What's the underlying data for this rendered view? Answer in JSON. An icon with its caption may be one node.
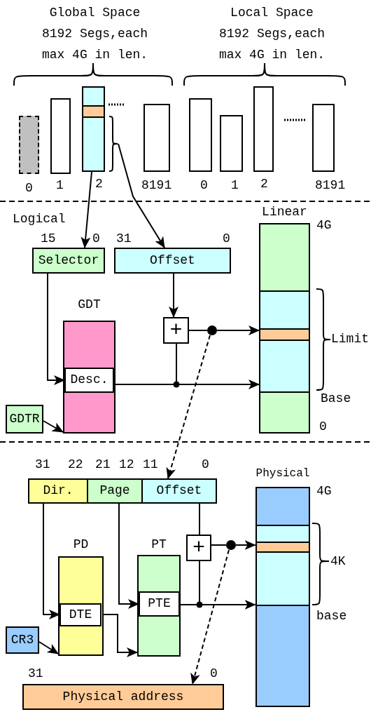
{
  "diagram": {
    "nodes": [
      {
        "text": [],
        "shape": "bar"
      },
      {
        "text": [],
        "shape": "bar"
      },
      {
        "text": [],
        "shape": "bar"
      },
      {
        "text": [],
        "shape": "brace"
      },
      {
        "text": [],
        "shape": "bar"
      },
      {
        "text": [],
        "shape": "bar"
      },
      {
        "text": [],
        "shape": "bar"
      },
      {
        "text": [],
        "shape": "bar"
      },
      {
        "text": [],
        "shape": "bar"
      },
      {
        "text": [
          "Selector"
        ]
      },
      {
        "text": [
          "Offset"
        ]
      },
      {
        "text": [
          "GDT"
        ]
      },
      {
        "text": [
          "Desc."
        ],
        "in": 11
      },
      {
        "text": [
          "GDTR"
        ]
      },
      {
        "text": [
          "+"
        ]
      },
      {
        "text": [],
        "shape": "circle"
      },
      {
        "text": [
          "Linear"
        ]
      },
      {
        "text": [
          "Dir."
        ]
      },
      {
        "text": [
          "Page"
        ]
      },
      {
        "text": [
          "Offset"
        ]
      },
      {
        "text": [
          "PD"
        ]
      },
      {
        "text": [
          "DTE"
        ],
        "in": 20
      },
      {
        "text": [
          "PT"
        ]
      },
      {
        "text": [
          "PTE"
        ],
        "in": 22
      },
      {
        "text": [
          "CR3"
        ]
      },
      {
        "text": [
          "+"
        ]
      },
      {
        "text": [],
        "shape": "circle"
      },
      {
        "text": [
          "Physical"
        ]
      },
      {
        "text": [
          "Physical address"
        ]
      }
    ],
    "edges": [
      {
        "from": 2,
        "to": 9,
        "arrow": "to"
      },
      {
        "from": 3,
        "to": 10,
        "arrow": "to"
      },
      {
        "from": 9,
        "to": 12,
        "arrow": "to"
      },
      {
        "from": 13,
        "to": 11,
        "arrow": "to"
      },
      {
        "from": 10,
        "to": 14,
        "arrow": "to"
      },
      {
        "from": 14,
        "to": 15,
        "arrow": "none"
      },
      {
        "from": 15,
        "to": 16,
        "arrow": "to"
      },
      {
        "from": 12,
        "to": 16,
        "arrow": "to"
      },
      {
        "from": 12,
        "to": 14,
        "arrow": "none"
      },
      {
        "from": 15,
        "to": 19,
        "arrow": "to",
        "style": "dashed"
      },
      {
        "from": 17,
        "to": 21,
        "arrow": "to"
      },
      {
        "from": 24,
        "to": 20,
        "arrow": "to"
      },
      {
        "from": 21,
        "to": 22,
        "arrow": "to"
      },
      {
        "from": 18,
        "to": 23,
        "arrow": "to"
      },
      {
        "from": 19,
        "to": 25,
        "arrow": "none"
      },
      {
        "from": 23,
        "to": 27,
        "arrow": "to"
      },
      {
        "from": 23,
        "to": 25,
        "arrow": "none"
      },
      {
        "from": 25,
        "to": 26,
        "arrow": "none"
      },
      {
        "from": 26,
        "to": 27,
        "arrow": "to"
      },
      {
        "from": 26,
        "to": 28,
        "arrow": "to",
        "style": "dashed"
      }
    ],
    "labels": [
      "Global Space 8192 Segs,each max 4G in len.",
      "Local Space 8192 Segs,each max 4G in len.",
      "0",
      "1",
      "2",
      "8191",
      "0",
      "1",
      "2",
      "8191",
      "Logical",
      "15",
      "0",
      "31",
      "0",
      "4G",
      "Limit",
      "Base",
      "0",
      "31",
      "22",
      "21",
      "12",
      "11",
      "0",
      "4G",
      "4K",
      "base",
      "31",
      "0"
    ]
  }
}
